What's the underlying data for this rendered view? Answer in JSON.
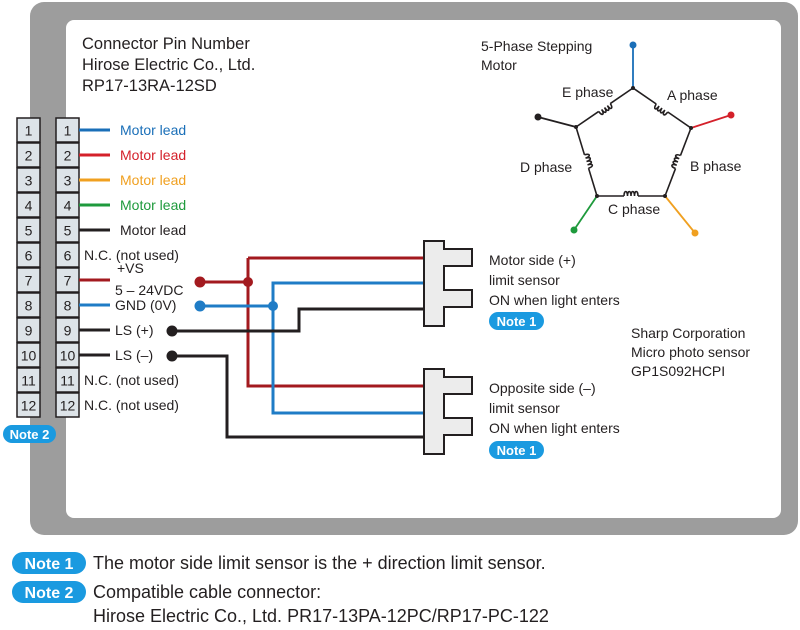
{
  "header": {
    "lines": [
      "Connector Pin Number",
      "Hirose Electric Co., Ltd.",
      "RP17-13RA-12SD"
    ]
  },
  "colors": {
    "blue": "#1a6fb8",
    "red": "#d4202a",
    "orange": "#f0a020",
    "green": "#1e9a3c",
    "black": "#231f20",
    "dark_red": "#a31a1f",
    "wire_blue": "#1f7cc6",
    "badge": "#1a9ae0",
    "frame": "#9d9d9d",
    "pin_fill": "#dde3e8"
  },
  "pins": [
    "1",
    "2",
    "3",
    "4",
    "5",
    "6",
    "7",
    "8",
    "9",
    "10",
    "11",
    "12"
  ],
  "pin_labels": [
    {
      "pin": "1",
      "text": "Motor lead",
      "color": "blue"
    },
    {
      "pin": "2",
      "text": "Motor lead",
      "color": "red"
    },
    {
      "pin": "3",
      "text": "Motor lead",
      "color": "orange"
    },
    {
      "pin": "4",
      "text": "Motor lead",
      "color": "green"
    },
    {
      "pin": "5",
      "text": "Motor lead",
      "color": "black"
    },
    {
      "pin": "6",
      "text": "N.C. (not used)",
      "color": "black"
    },
    {
      "pin": "7",
      "text": "+VS",
      "text2": "5 – 24VDC",
      "color": "dark_red"
    },
    {
      "pin": "8",
      "text": "GND (0V)",
      "color": "wire_blue"
    },
    {
      "pin": "9",
      "text": "LS (+)",
      "color": "black"
    },
    {
      "pin": "10",
      "text": "LS (–)",
      "color": "black"
    },
    {
      "pin": "11",
      "text": "N.C. (not used)",
      "color": "black"
    },
    {
      "pin": "12",
      "text": "N.C. (not used)",
      "color": "black"
    }
  ],
  "motor": {
    "title_line1": "5-Phase Stepping",
    "title_line2": "Motor",
    "phases": [
      "A phase",
      "B phase",
      "C phase",
      "D phase",
      "E phase"
    ]
  },
  "sensors": {
    "plus": {
      "line1": "Motor side (+)",
      "line2": "limit sensor",
      "line3": "ON when light enters",
      "note": "Note 1"
    },
    "minus": {
      "line1": "Opposite side (–)",
      "line2": "limit sensor",
      "line3": "ON when light enters",
      "note": "Note 1"
    },
    "maker": [
      "Sharp Corporation",
      "Micro photo sensor",
      "GP1S092HCPI"
    ]
  },
  "note2_badge": "Note 2",
  "notes": [
    {
      "badge": "Note 1",
      "lines": [
        "The motor side limit sensor is the + direction limit sensor."
      ]
    },
    {
      "badge": "Note 2",
      "lines": [
        "Compatible cable connector:",
        "Hirose Electric Co., Ltd.  PR17-13PA-12PC/RP17-PC-122"
      ]
    }
  ]
}
